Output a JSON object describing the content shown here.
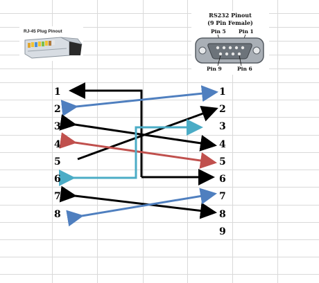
{
  "sheet": {
    "gridline_color": "#d9d9d9",
    "background": "#ffffff"
  },
  "rj45": {
    "title": "RJ-45 Plug Pinout",
    "image": "rj45-plug-icon"
  },
  "rs232": {
    "title_line1": "RS232 Pinout",
    "title_line2": "(9 Pin Female)",
    "pin5_label": "Pin 5",
    "pin1_label": "Pin 1",
    "pin9_label": "Pin 9",
    "pin6_label": "Pin 6",
    "image": "db9-female-connector-icon"
  },
  "pins": {
    "left": [
      "1",
      "2",
      "3",
      "4",
      "5",
      "6",
      "7",
      "8"
    ],
    "right": [
      "1",
      "2",
      "3",
      "4",
      "5",
      "6",
      "7",
      "8",
      "9"
    ]
  },
  "wires": [
    {
      "name": "wire-black-left1-right6",
      "color": "#000000"
    },
    {
      "name": "wire-blue-right1-left2",
      "color": "#4f7fbf"
    },
    {
      "name": "wire-black-left3-right4",
      "color": "#000000"
    },
    {
      "name": "wire-black-right2-left5",
      "color": "#000000"
    },
    {
      "name": "wire-red-left4-right5",
      "color": "#c0504d"
    },
    {
      "name": "wire-cyan-left6-right3",
      "color": "#4bacc6"
    },
    {
      "name": "wire-black-left7-right8",
      "color": "#000000"
    },
    {
      "name": "wire-blue-right7-left8",
      "color": "#4f7fbf"
    }
  ]
}
